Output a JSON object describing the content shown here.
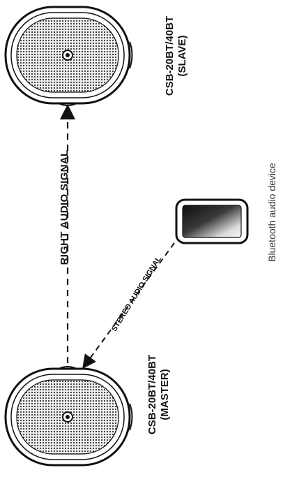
{
  "labels": {
    "master_model": "CSB-20BT/40BT",
    "master_role": "(MASTER)",
    "slave_model": "CSB-20BT/40BT",
    "slave_role": "(SLAVE)",
    "right_signal": "RIGHT AUDIO SIGNAL",
    "stereo_signal": "STEREO AUDIO SIGNAL",
    "bt_device": "Bluetooth audio device"
  },
  "icons": {
    "speaker": "speaker-icon",
    "device": "phone-icon"
  },
  "colors": {
    "ink": "#111111",
    "grille": "#c9c9c9",
    "device_dark": "#1a1a1a",
    "device_light": "#f2f2f2"
  }
}
